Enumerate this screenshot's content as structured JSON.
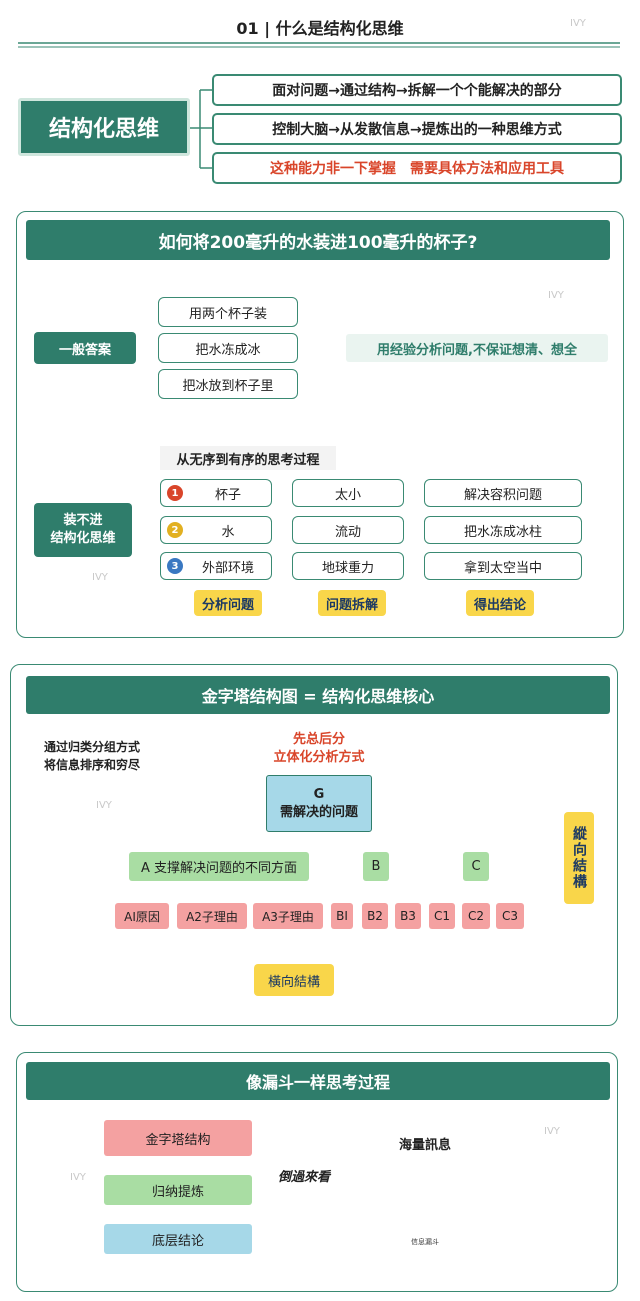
{
  "header": {
    "title": "01 | 什么是结构化思维",
    "watermark": "IVY"
  },
  "section1": {
    "main_label": "结构化思维",
    "items": [
      "面对问题→通过结构→拆解一个个能解决的部分",
      "控制大脑→从发散信息→提炼出的一种思维方式",
      "这种能力非一下掌握　需要具体方法和应用工具"
    ]
  },
  "section2": {
    "title": "如何将200毫升的水装进100毫升的杯子?",
    "general_label": "一般答案",
    "general_items": [
      "用两个杯子装",
      "把水冻成冰",
      "把冰放到杯子里"
    ],
    "general_note": "用经验分析问题,不保证想清、想全",
    "process_title": "从无序到有序的思考过程",
    "structured_label": "装不进\n结构化思维",
    "rows": [
      {
        "num": "1",
        "a": "杯子",
        "b": "太小",
        "c": "解决容积问题",
        "color": "#d9452a"
      },
      {
        "num": "2",
        "a": "水",
        "b": "流动",
        "c": "把水冻成冰柱",
        "color": "#e2b021"
      },
      {
        "num": "3",
        "a": "外部环境",
        "b": "地球重力",
        "c": "拿到太空当中",
        "color": "#3a78c2"
      }
    ],
    "bottom_tags": [
      "分析问题",
      "问题拆解",
      "得出结论"
    ]
  },
  "section3": {
    "title": "金字塔结构图 = 结构化思维核心",
    "left_note": "通过归类分组方式\n将信息排序和穷尽",
    "top_note": "先总后分\n立体化分析方式",
    "g_label": "G\n需解决的问题",
    "level2": [
      "A 支撑解决问题的不同方面",
      "B",
      "C"
    ],
    "level3": [
      "AI原因",
      "A2子理由",
      "A3子理由",
      "BI",
      "B2",
      "B3",
      "C1",
      "C2",
      "C3"
    ],
    "vertical_label": "縱向結構",
    "horizontal_label": "橫向結構"
  },
  "section4": {
    "title": "像漏斗一样思考过程",
    "steps": [
      "金字塔结构",
      "归纳提炼",
      "底层结论"
    ],
    "reverse_label": "倒過來看",
    "funnel_title": "海量訊息",
    "funnel_caption": "信息漏斗"
  }
}
